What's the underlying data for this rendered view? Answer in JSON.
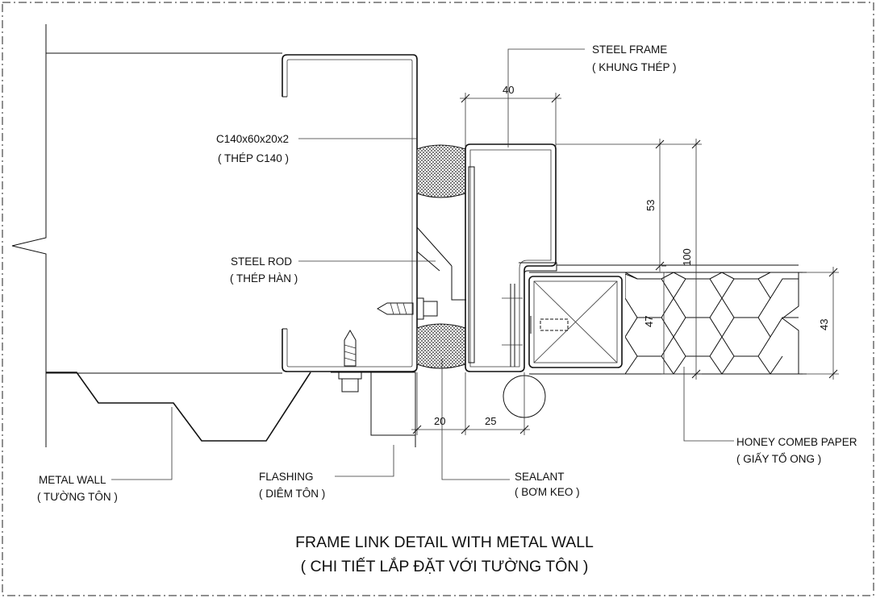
{
  "labels": {
    "steel_frame": "STEEL FRAME",
    "steel_frame_vi": "( KHUNG THÉP )",
    "c140": "C140x60x20x2",
    "c140_vi": "( THÉP C140 )",
    "steel_rod": "STEEL ROD",
    "steel_rod_vi": "( THÉP HÀN )",
    "metal_wall": "METAL WALL",
    "metal_wall_vi": "( TƯỜNG TÔN )",
    "flashing": "FLASHING",
    "flashing_vi": "( DIÊM TÔN )",
    "sealant": "SEALANT",
    "sealant_vi": "( BƠM KEO )",
    "honeycomb": "HONEY COMEB PAPER",
    "honeycomb_vi": "( GIẤY TỔ ONG )"
  },
  "dimensions": {
    "d40": "40",
    "d53": "53",
    "d100": "100",
    "d47": "47",
    "d43": "43",
    "d20": "20",
    "d25": "25"
  },
  "title": {
    "line1": "FRAME LINK DETAIL WITH METAL WALL",
    "line2": "( CHI TIẾT LẮP ĐẶT VỚI TƯỜNG TÔN )"
  }
}
